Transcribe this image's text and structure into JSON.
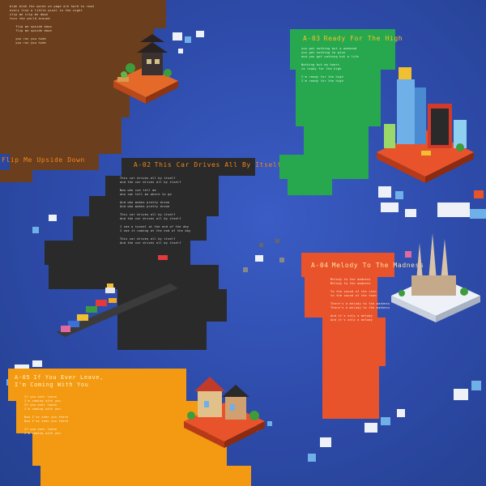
{
  "tracks": [
    {
      "id": "a01",
      "number": "",
      "title": "Flip Me Upside Down",
      "color": "#6b3e1d",
      "title_color": "#f08a1c",
      "lyrics": [
        "blah blah the words on page are hard to read",
        "every line a little pixel in the night",
        "slip me slip me down",
        "turn the world around",
        "",
        "   flip me upside down",
        "   flip me upside down",
        "",
        "   you run you hide",
        "   you run you hide"
      ]
    },
    {
      "id": "a02",
      "number": "A-02",
      "title": "This Car Drives All By Itself",
      "color": "#2a2a2a",
      "title_color": "#f0861c",
      "lyrics": [
        "This car drives all by itself",
        "and the car drives all by itself",
        "",
        "Now who can tell me",
        "who can tell me where to go",
        "",
        "And who makes pretty drone",
        "And who makes pretty drone",
        "",
        "This car drives all by itself",
        "And the car drives all by itself",
        "",
        "I see a tunnel at the end of the day",
        "I see it coming at the end of the day",
        "",
        "This car drives all by itself",
        "And the car drives all by itself"
      ]
    },
    {
      "id": "a03",
      "number": "A-03",
      "title": "Ready For The High",
      "color": "#27a84f",
      "title_color": "#f5c321",
      "lyrics": [
        "you got nothing but a weekend",
        "you got nothing to give",
        "and you got nothing but a life",
        "",
        "Nothing but my heart",
        "is ready for the high",
        "",
        "I'm ready for the high",
        "I'm ready for the high"
      ]
    },
    {
      "id": "a04",
      "number": "A-04",
      "title": "Melody To The Madness",
      "color": "#e9532b",
      "title_color": "#fbe3a0",
      "lyrics": [
        "Melody to the madness",
        "Melody to the madness",
        "",
        "To the sound of the rain",
        "to the sound of the town",
        "",
        "There's a melody to the madness",
        "There's a melody to the madness",
        "",
        "And it's only a melody",
        "And it's only a melody"
      ]
    },
    {
      "id": "a05",
      "number": "A-05",
      "title": "If You Ever Leave, I'm Coming With You",
      "color": "#f39a12",
      "title_color": "#fff2c0",
      "lyrics": [
        "If you ever leave",
        "I'm coming with you",
        "If you ever leave",
        "I'm coming with you",
        "",
        "Now I've seen you there",
        "Now I've seen you there",
        "",
        "If you ever leave",
        "I'm coming with you"
      ]
    }
  ],
  "colors": {
    "background": "#2f4fb0",
    "pixel_white": "#eef2f8",
    "pixel_light_blue": "#6fb0e8"
  },
  "icons": {
    "pagoda_scene": "pagoda-island-icon",
    "skyscraper_scene": "skyscraper-island-icon",
    "cathedral_scene": "cathedral-island-icon",
    "village_scene": "village-island-icon",
    "cars_scene": "cars-on-road-icon"
  }
}
